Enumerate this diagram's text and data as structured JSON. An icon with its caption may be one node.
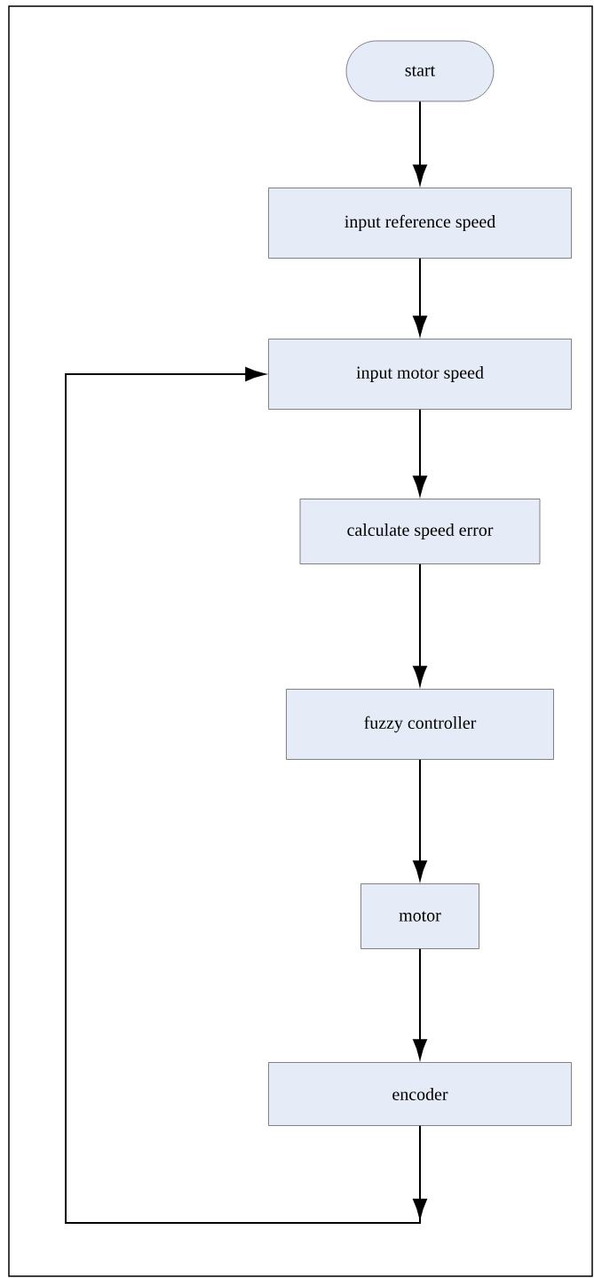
{
  "diagram": {
    "nodes": [
      {
        "text": [
          "start"
        ]
      },
      {
        "text": [
          "input reference speed"
        ]
      },
      {
        "text": [
          "input motor speed"
        ]
      },
      {
        "text": [
          "calculate speed error"
        ]
      },
      {
        "text": [
          "fuzzy controller"
        ]
      },
      {
        "text": [
          "motor"
        ]
      },
      {
        "text": [
          "encoder"
        ]
      }
    ],
    "edges": [
      {
        "from": 0,
        "to": 1,
        "arrow": "to"
      },
      {
        "from": 1,
        "to": 2,
        "arrow": "to"
      },
      {
        "from": 2,
        "to": 3,
        "arrow": "to"
      },
      {
        "from": 3,
        "to": 4,
        "arrow": "to"
      },
      {
        "from": 4,
        "to": 5,
        "arrow": "to"
      },
      {
        "from": 5,
        "to": 6,
        "arrow": "to"
      },
      {
        "from": 6,
        "to": 2,
        "arrow": "to"
      }
    ]
  }
}
